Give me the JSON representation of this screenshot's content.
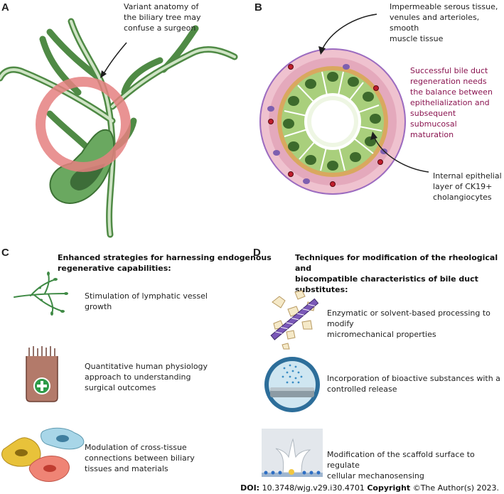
{
  "panel_a": {
    "letter": "A",
    "annotation": [
      "Variant anatomy of",
      "the biliary tree may",
      "confuse a surgeon"
    ]
  },
  "panel_b": {
    "letter": "B",
    "top_annotation": [
      "Impermeable serous tissue,",
      "venules and arterioles, smooth",
      "muscle tissue"
    ],
    "middle_annotation": [
      "Successful bile duct",
      "regeneration needs",
      "the balance between",
      "epithelialization and",
      "subsequent submucosal",
      "maturation"
    ],
    "bottom_annotation": [
      "Internal epithelial",
      "layer of CK19+",
      "cholangiocytes"
    ],
    "accent_color": "#8a1450"
  },
  "panel_c": {
    "letter": "C",
    "heading": [
      "Enhanced strategies for harnessing endogenous",
      "regenerative capabilities:"
    ],
    "items": [
      {
        "icon": "lymphatic-vessel-icon",
        "text": [
          "Stimulation of lymphatic vessel",
          "growth"
        ]
      },
      {
        "icon": "cell-plus-icon",
        "text": [
          "Quantitative human physiology",
          "approach to understanding",
          "surgical outcomes"
        ]
      },
      {
        "icon": "cells-icon",
        "text": [
          "Modulation of cross-tissue",
          "connections between biliary",
          "tissues and materials"
        ]
      }
    ]
  },
  "panel_d": {
    "letter": "D",
    "heading": [
      "Techniques for modification of the rheological and",
      "biocompatible characteristics of bile duct substitutes:"
    ],
    "items": [
      {
        "icon": "fiber-fragments-icon",
        "text": [
          "Enzymatic or solvent-based processing to modify",
          "micromechanical properties"
        ]
      },
      {
        "icon": "release-capsule-icon",
        "text": [
          "Incorporation of bioactive substances with a",
          "controlled release"
        ]
      },
      {
        "icon": "cell-surface-icon",
        "text": [
          "Modification of the scaffold surface to regulate",
          "cellular mechanosensing"
        ]
      }
    ]
  },
  "footer": {
    "doi_label": "DOI:",
    "doi_value": "10.3748/wjg.v29.i30.4701",
    "copyright_label": "Copyright",
    "copyright_value": "©The Author(s) 2023."
  }
}
